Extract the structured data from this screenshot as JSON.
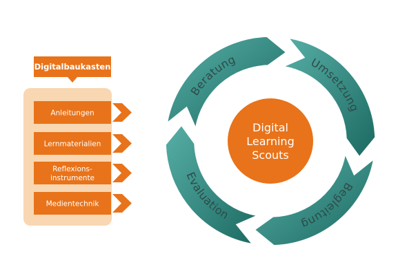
{
  "toolkit": {
    "title": "Digitalbaukasten",
    "items": [
      {
        "lines": [
          "Anleitungen"
        ]
      },
      {
        "lines": [
          "Lernmaterialien"
        ]
      },
      {
        "lines": [
          "Reflexions-",
          "instrumente"
        ]
      },
      {
        "lines": [
          "Medientechnik"
        ]
      }
    ]
  },
  "cycle": {
    "center_lines": [
      "Digital",
      "Learning",
      "Scouts"
    ],
    "phases": [
      "Beratung",
      "Umsetzung",
      "Begleitung",
      "Evaluation"
    ]
  },
  "colors": {
    "orange": "#e8731a",
    "orange_panel": "#f8d7b2",
    "teal_light": "#4fa8a0",
    "teal_dark": "#1f7169",
    "arc_text": "#2e4a4a",
    "white": "#ffffff"
  }
}
